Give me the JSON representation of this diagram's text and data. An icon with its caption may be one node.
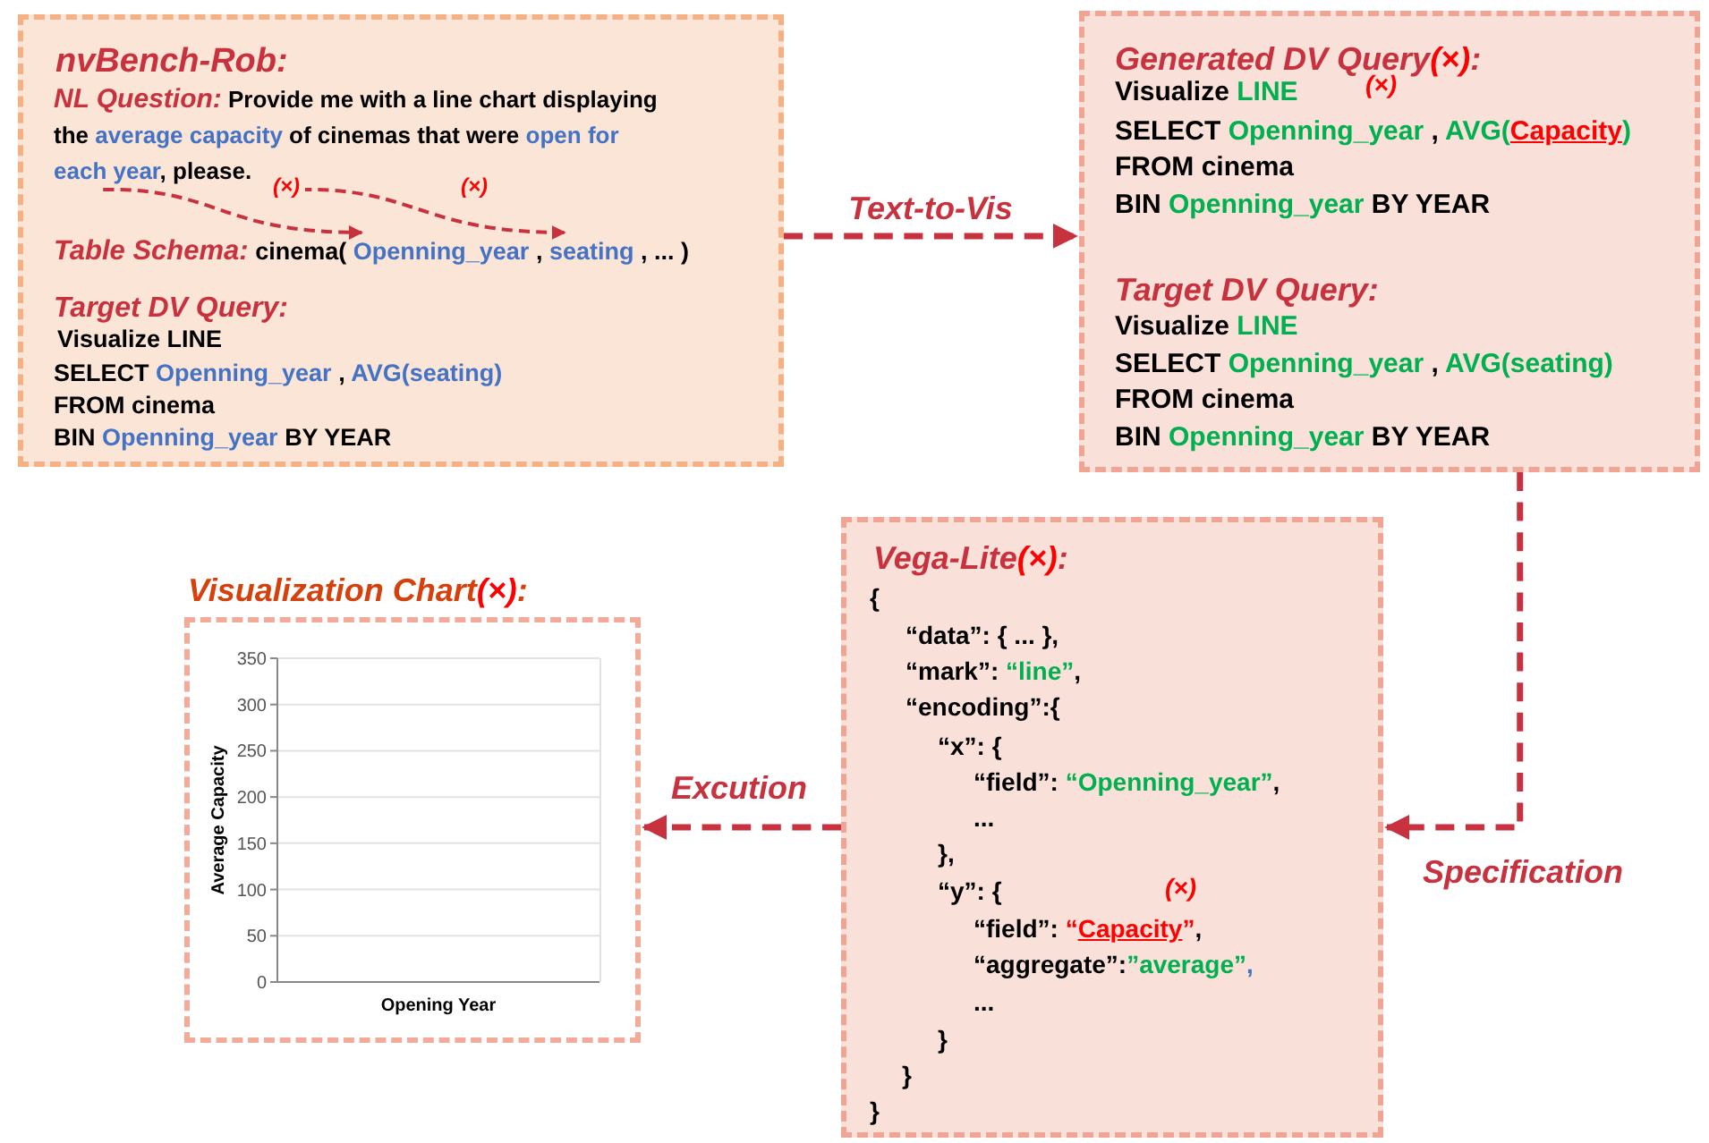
{
  "diagram": {
    "nodes": [
      {
        "text": [
          "nvBench-Rob:",
          "Target DV Query:",
          "Visualize LINE",
          "SELECT",
          "Openning_year",
          ",",
          "AVG(seating)",
          "FROM cinema",
          "BIN",
          "Openning_year",
          "BY YEAR"
        ]
      },
      {
        "text": [
          "NL Question:",
          "Provide me with a line chart displaying the",
          "average capacity",
          "of cinemas that were",
          "open for each year",
          ", please."
        ],
        "in": 0
      },
      {
        "text": [
          "Table Schema:",
          "cinema(",
          "Openning_year",
          ",",
          "seating",
          ", ... )"
        ],
        "in": 0
      },
      {
        "text": [
          "Generated DV Query",
          "(×)",
          ":",
          "Visualize",
          "LINE",
          "(×)",
          "SELECT",
          "Openning_year",
          ",",
          "AVG(",
          "Capacity",
          ")",
          "FROM cinema",
          "BIN",
          "Openning_year",
          "BY YEAR",
          "Target DV Query:",
          "Visualize",
          "LINE",
          "SELECT",
          "Openning_year",
          ",",
          "AVG(seating)",
          "FROM cinema",
          "BIN",
          "Openning_year",
          "BY YEAR"
        ]
      },
      {
        "text": [
          "Vega-Lite",
          "(×)",
          ":",
          "{",
          "“data”: { ... },",
          "“mark”:",
          "“line”",
          ",",
          "“encoding”:{",
          "“x”: {",
          "“field”:",
          "“Openning_year”",
          ",",
          "...",
          "},",
          "“y”: {",
          "(×)",
          "“field”:",
          "“",
          "Capacity",
          "”",
          ",",
          "“aggregate”:",
          "”average”",
          ",",
          "...",
          "}",
          "}",
          "}"
        ]
      },
      {
        "text": [
          "Visualization Chart",
          "(×)",
          ":"
        ]
      }
    ],
    "edges": [
      {
        "from": 1,
        "to": 2,
        "arrow": "to",
        "label": "(×)",
        "style": "dashed"
      },
      {
        "from": 1,
        "to": 2,
        "arrow": "to",
        "label": "(×)",
        "style": "dashed"
      },
      {
        "from": 0,
        "to": 3,
        "arrow": "to",
        "label": "Text-to-Vis",
        "style": "dashed"
      },
      {
        "from": 3,
        "to": 4,
        "arrow": "to",
        "label": "Specification",
        "style": "dashed"
      },
      {
        "from": 4,
        "to": 5,
        "arrow": "to",
        "label": "Excution",
        "style": "dashed"
      }
    ],
    "labels": [
      "350",
      "300",
      "250",
      "200",
      "150",
      "100",
      "50",
      "0",
      "Average Capacity",
      "Opening Year"
    ]
  }
}
